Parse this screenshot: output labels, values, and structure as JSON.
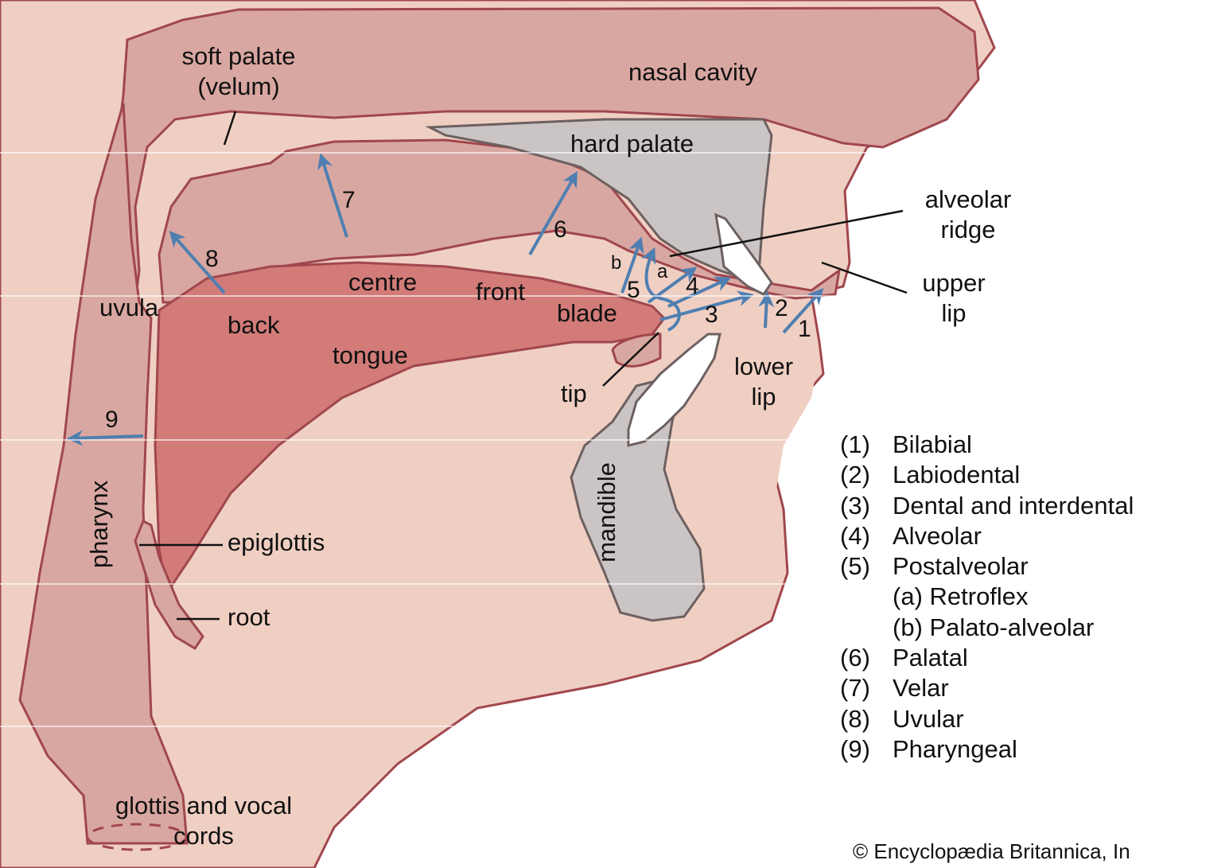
{
  "labels": {
    "soft_palate": "soft palate\n(velum)",
    "nasal_cavity": "nasal cavity",
    "hard_palate": "hard palate",
    "alveolar_ridge": "alveolar\nridge",
    "upper_lip": "upper\nlip",
    "lower_lip": "lower\nlip",
    "uvula": "uvula",
    "back": "back",
    "centre": "centre",
    "front": "front",
    "blade": "blade",
    "tongue": "tongue",
    "tip": "tip",
    "pharynx": "pharynx",
    "epiglottis": "epiglottis",
    "root": "root",
    "mandible": "mandible",
    "glottis": "glottis and vocal\ncords"
  },
  "arrow_numbers": [
    "1",
    "2",
    "3",
    "4",
    "5",
    "6",
    "7",
    "8",
    "9"
  ],
  "sub_letters": [
    "a",
    "b"
  ],
  "legend": [
    {
      "key": "(1)",
      "text": "Bilabial"
    },
    {
      "key": "(2)",
      "text": "Labiodental"
    },
    {
      "key": "(3)",
      "text": "Dental and interdental"
    },
    {
      "key": "(4)",
      "text": "Alveolar"
    },
    {
      "key": "(5)",
      "text": "Postalveolar"
    },
    {
      "key": "",
      "text": "(a) Retroflex"
    },
    {
      "key": "",
      "text": "(b) Palato-alveolar"
    },
    {
      "key": "(6)",
      "text": "Palatal"
    },
    {
      "key": "(7)",
      "text": "Velar"
    },
    {
      "key": "(8)",
      "text": "Uvular"
    },
    {
      "key": "(9)",
      "text": "Pharyngeal"
    }
  ],
  "copyright": "© Encyclopædia Britannica, In",
  "colors": {
    "skin_light": "#f0cfc3",
    "tissue": "#d9a7a1",
    "tongue": "#d27b78",
    "outline": "#a0474d",
    "bone": "#cbc4c4",
    "arrow": "#4f7fb0"
  }
}
